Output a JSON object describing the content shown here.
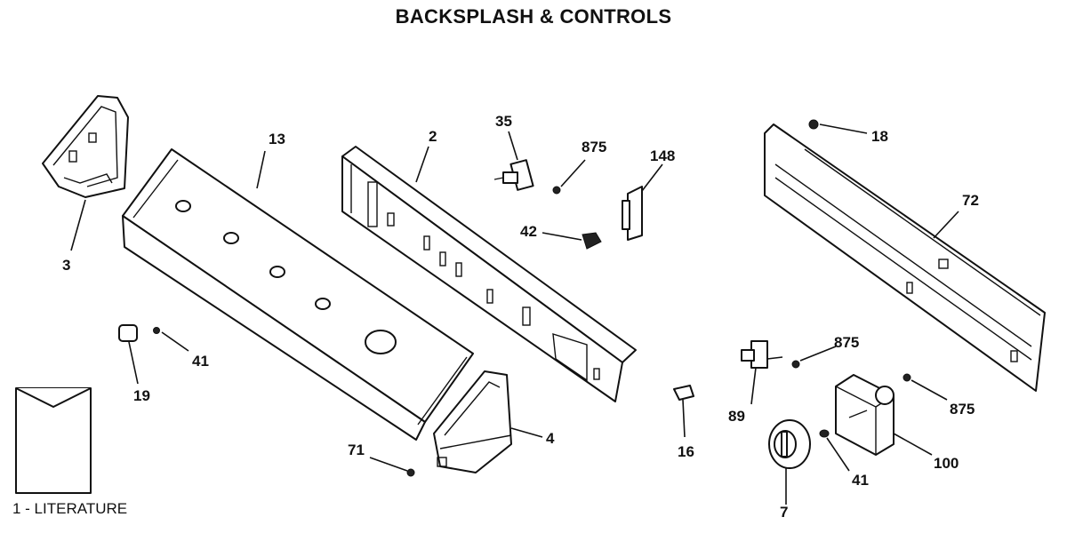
{
  "title": "BACKSPLASH & CONTROLS",
  "literature_label": "1 - LITERATURE",
  "callouts": {
    "c2": "2",
    "c3": "3",
    "c4": "4",
    "c7": "7",
    "c13": "13",
    "c16": "16",
    "c18": "18",
    "c19": "19",
    "c35": "35",
    "c41a": "41",
    "c41b": "41",
    "c42": "42",
    "c71": "71",
    "c72": "72",
    "c89": "89",
    "c100": "100",
    "c148": "148",
    "c875a": "875",
    "c875b": "875",
    "c875c": "875"
  }
}
